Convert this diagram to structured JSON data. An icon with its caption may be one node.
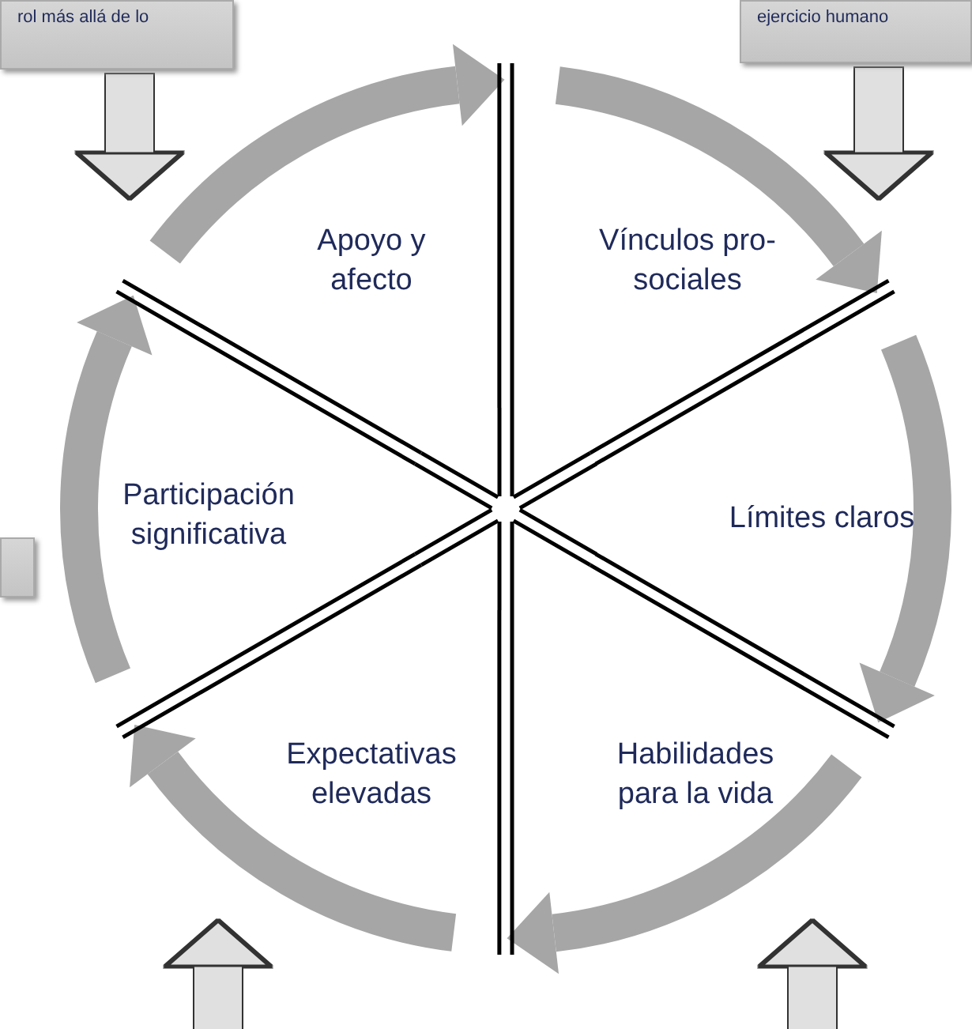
{
  "diagram": {
    "nodes": [
      {
        "text": [
          "rol más allá de lo"
        ]
      },
      {
        "text": [
          "ejercicio humano"
        ]
      },
      {
        "text": [
          "Apoyo y afecto"
        ]
      },
      {
        "text": [
          "Vínculos pro-sociales"
        ]
      },
      {
        "text": [],
        "shape": "box"
      },
      {
        "text": [
          "Participación significativa"
        ]
      },
      {
        "text": [
          "Límites claros"
        ]
      },
      {
        "text": [
          "Expectativas elevadas"
        ]
      },
      {
        "text": [
          "Habilidades para la vida"
        ]
      }
    ],
    "edges": [
      {
        "from": 2,
        "to": 3,
        "arrow": "to"
      },
      {
        "from": 3,
        "to": 6,
        "arrow": "to"
      },
      {
        "from": 6,
        "to": 8,
        "arrow": "to"
      },
      {
        "from": 8,
        "to": 7,
        "arrow": "to"
      },
      {
        "from": 7,
        "to": 5,
        "arrow": "to"
      },
      {
        "from": 5,
        "to": 2,
        "arrow": "to"
      },
      {
        "from": 0,
        "to": 2,
        "arrow": "to",
        "color": "#e0e0e0"
      },
      {
        "from": 1,
        "to": 3,
        "arrow": "to",
        "color": "#e0e0e0"
      },
      {
        "from": null,
        "to": 7,
        "arrow": "to",
        "color": "#e0e0e0"
      },
      {
        "from": null,
        "to": 8,
        "arrow": "to",
        "color": "#e0e0e0"
      }
    ]
  }
}
